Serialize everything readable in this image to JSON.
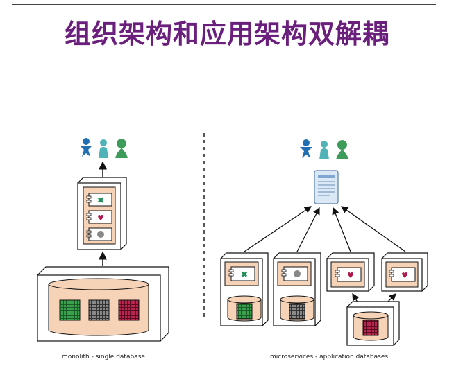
{
  "title": "组织架构和应用架构双解耦",
  "captions": {
    "left": "monolith - single database",
    "right": "microservices - application databases"
  },
  "colors": {
    "title": "#6b1f7c",
    "user_blue": "#1f6fb2",
    "user_teal": "#4fb3b8",
    "user_green": "#3e9c5a",
    "db_fill": "#f6d2b6",
    "grid_green": "#2e8b3e",
    "grid_gray": "#6b6b6b",
    "grid_red": "#9c1c3e"
  },
  "icons": [
    "user-blue-icon",
    "user-teal-icon",
    "user-green-icon",
    "module-cross-icon",
    "module-heart-icon",
    "module-head-icon",
    "document-ui-icon"
  ]
}
